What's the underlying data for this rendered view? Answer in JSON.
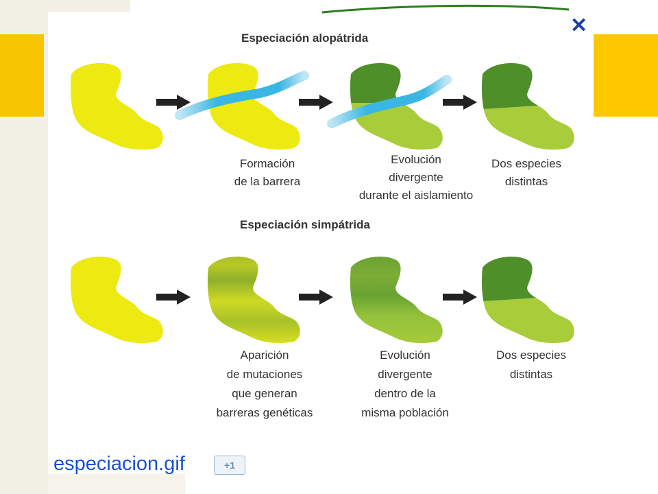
{
  "allopatric": {
    "title": "Especiación alopátrida",
    "captions": [
      "Formación\nde la barrera",
      "Evolución\ndivergente\ndurante el aislamiento",
      "Dos especies\ndistintas"
    ]
  },
  "sympatric": {
    "title": "Especiación simpátrida",
    "captions": [
      "Aparición\nde mutaciones\nque generan\nbarreras genéticas",
      "Evolución\ndivergente\ndentro de la\nmisma población",
      "Dos especies\ndistintas"
    ]
  },
  "footer": {
    "filename": "especiacion.gif",
    "badge": "+1"
  },
  "close_icon": "close-icon",
  "colors": {
    "yellow": "#ecea11",
    "dark_green": "#4f8f2a",
    "light_green": "#a9cc3a",
    "river": "#39b6e3",
    "accent": "#fdc800",
    "link": "#1a4fd6"
  }
}
